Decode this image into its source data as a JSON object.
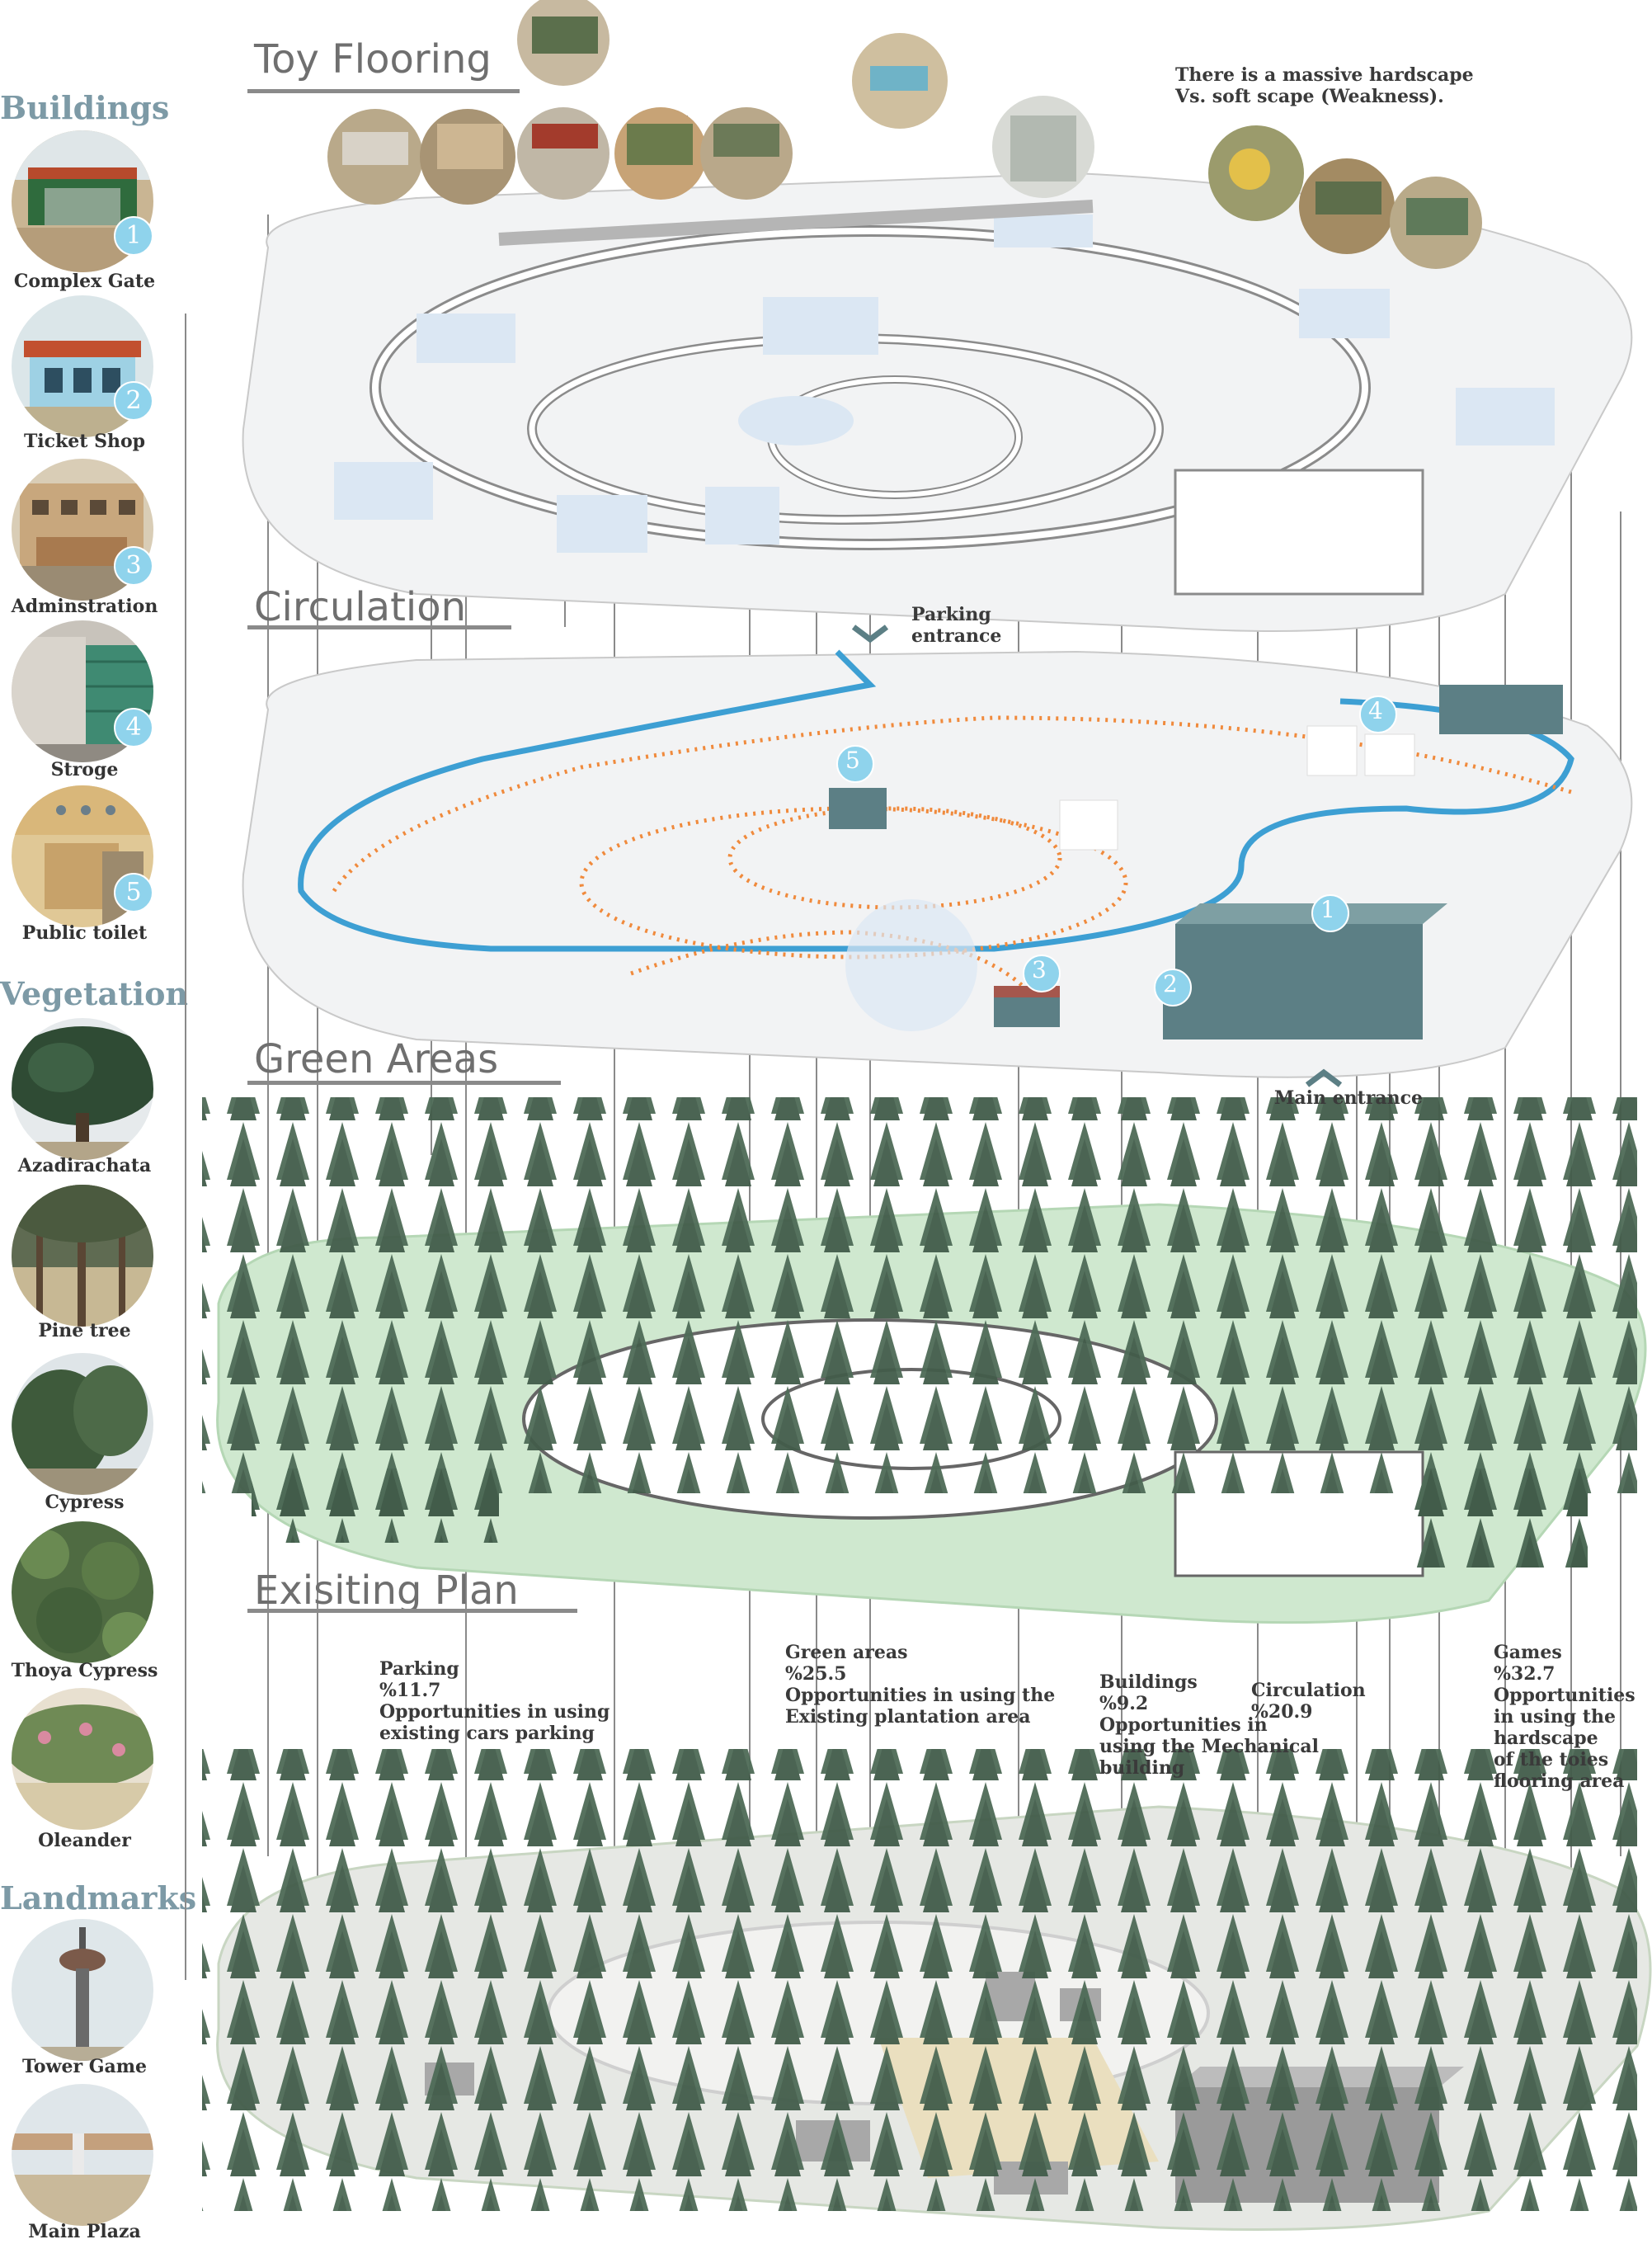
{
  "sidebar": {
    "buildings_title": "Buildings",
    "buildings": [
      {
        "label": "Complex Gate",
        "num": "1",
        "icon": "gate-photo"
      },
      {
        "label": "Ticket Shop",
        "num": "2",
        "icon": "kiosk-photo"
      },
      {
        "label": "Adminstration",
        "num": "3",
        "icon": "office-photo"
      },
      {
        "label": "Stroge",
        "num": "4",
        "icon": "storage-photo"
      },
      {
        "label": "Public toilet",
        "num": "5",
        "icon": "toilet-photo"
      }
    ],
    "vegetation_title": "Vegetation",
    "vegetation": [
      {
        "label": "Azadirachata",
        "icon": "tree-photo"
      },
      {
        "label": "Pine tree",
        "icon": "pine-photo"
      },
      {
        "label": "Cypress",
        "icon": "cypress-photo"
      },
      {
        "label": "Thoya Cypress",
        "icon": "shrub-photo"
      },
      {
        "label": "Oleander",
        "icon": "oleander-photo"
      }
    ],
    "landmarks_title": "Landmarks",
    "landmarks": [
      {
        "label": "Tower Game",
        "icon": "tower-photo"
      },
      {
        "label": "Main Plaza",
        "icon": "plaza-photo"
      }
    ]
  },
  "layers": {
    "toy_flooring": "Toy Flooring",
    "circulation": "Circulation",
    "green_areas": "Green Areas",
    "existing_plan": "Exisiting Plan"
  },
  "annotations": {
    "hardscape_note": [
      "There is a massive hardscape",
      "Vs. soft scape (Weakness)."
    ],
    "parking_entrance": [
      "Parking",
      "entrance"
    ],
    "main_entrance": "Main entrance",
    "circ_numbers": [
      "1",
      "2",
      "3",
      "4",
      "5"
    ]
  },
  "stats": [
    {
      "name": "Parking",
      "value": "%11.7",
      "note": [
        "Opportunities in using",
        "existing cars parking"
      ]
    },
    {
      "name": "Green areas",
      "value": "%25.5",
      "note": [
        "Opportunities in using the",
        "Existing plantation area"
      ]
    },
    {
      "name": "Buildings",
      "value": "%9.2",
      "note": [
        "Opportunities in",
        "using the Mechanical",
        "building"
      ]
    },
    {
      "name": "Circulation",
      "value": "%20.9",
      "note": []
    },
    {
      "name": "Games",
      "value": "%32.7",
      "note": [
        "Opportunities",
        "in using the",
        "hardscape",
        "of the toies",
        "flooring area"
      ]
    }
  ],
  "colors": {
    "accent_blue": "#8fd3ec",
    "path_blue": "#3d9fd3",
    "path_orange": "#f08a3c",
    "building_teal": "#5c7f85",
    "tree_green": "#4e6b57",
    "lawn_green": "#cfe8cf",
    "heading_blue": "#7d9aa6"
  }
}
